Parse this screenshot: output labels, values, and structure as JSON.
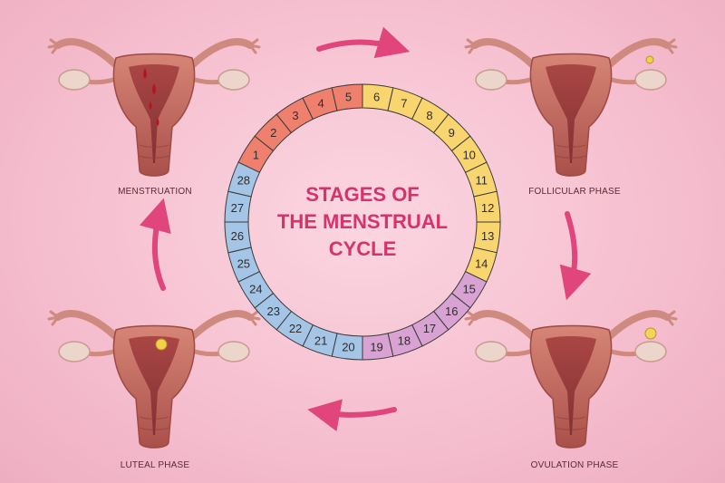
{
  "title_lines": [
    "STAGES OF",
    "THE MENSTRUAL",
    "CYCLE"
  ],
  "phases": {
    "menstruation": "MENSTRUATION",
    "follicular": "FOLLICULAR PHASE",
    "ovulation": "OVULATION PHASE",
    "luteal": "LUTEAL PHASE"
  },
  "cycle_days": [
    1,
    2,
    3,
    4,
    5,
    6,
    7,
    8,
    9,
    10,
    11,
    12,
    13,
    14,
    15,
    16,
    17,
    18,
    19,
    20,
    21,
    22,
    23,
    24,
    25,
    26,
    27,
    28
  ],
  "day_groups": [
    {
      "phase": "menstruation",
      "days": [
        1,
        2,
        3,
        4,
        5
      ],
      "color": "#f0806e"
    },
    {
      "phase": "follicular",
      "days": [
        6,
        7,
        8,
        9,
        10,
        11,
        12,
        13,
        14
      ],
      "color": "#f8d56e"
    },
    {
      "phase": "ovulation",
      "days": [
        15,
        16,
        17,
        18,
        19
      ],
      "color": "#d8a2d2"
    },
    {
      "phase": "luteal",
      "days": [
        20,
        21,
        22,
        23,
        24,
        25,
        26,
        27,
        28
      ],
      "color": "#a5c5e6"
    }
  ],
  "colors": {
    "title": "#d6336c",
    "arrow": "#e0457b",
    "background": "#f8c5d4",
    "uterus_tissue": "#c46a5e",
    "uterus_lining": "#8e3034"
  }
}
